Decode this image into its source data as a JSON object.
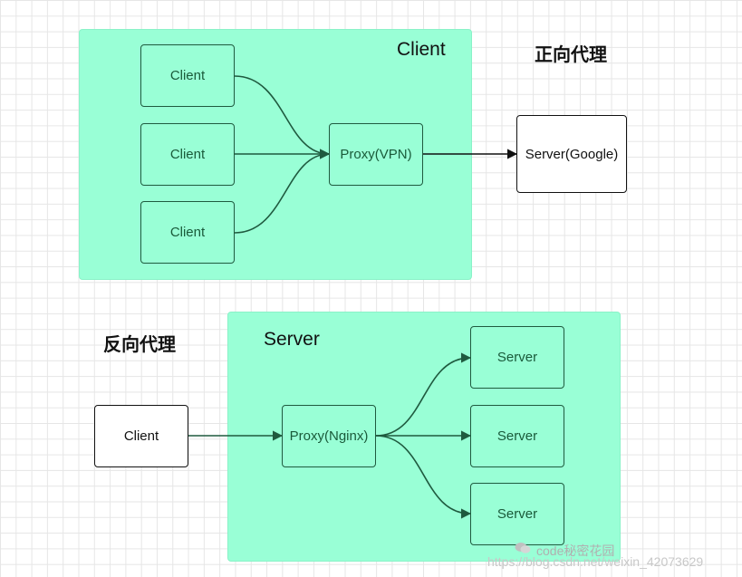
{
  "forward": {
    "heading": "正向代理",
    "group_title": "Client",
    "clients": [
      "Client",
      "Client",
      "Client"
    ],
    "proxy": "Proxy(VPN)",
    "server": "Server(Google)"
  },
  "reverse": {
    "heading": "反向代理",
    "group_title": "Server",
    "client": "Client",
    "proxy": "Proxy(Nginx)",
    "servers": [
      "Server",
      "Server",
      "Server"
    ]
  },
  "colors": {
    "group_fill": "#99ffd6",
    "edge": "#1f5a3f",
    "node_text": "#1a5a3a"
  },
  "watermark": {
    "line1": "code秘密花园",
    "line2": "https://blog.csdn.net/weixin_42073629"
  }
}
